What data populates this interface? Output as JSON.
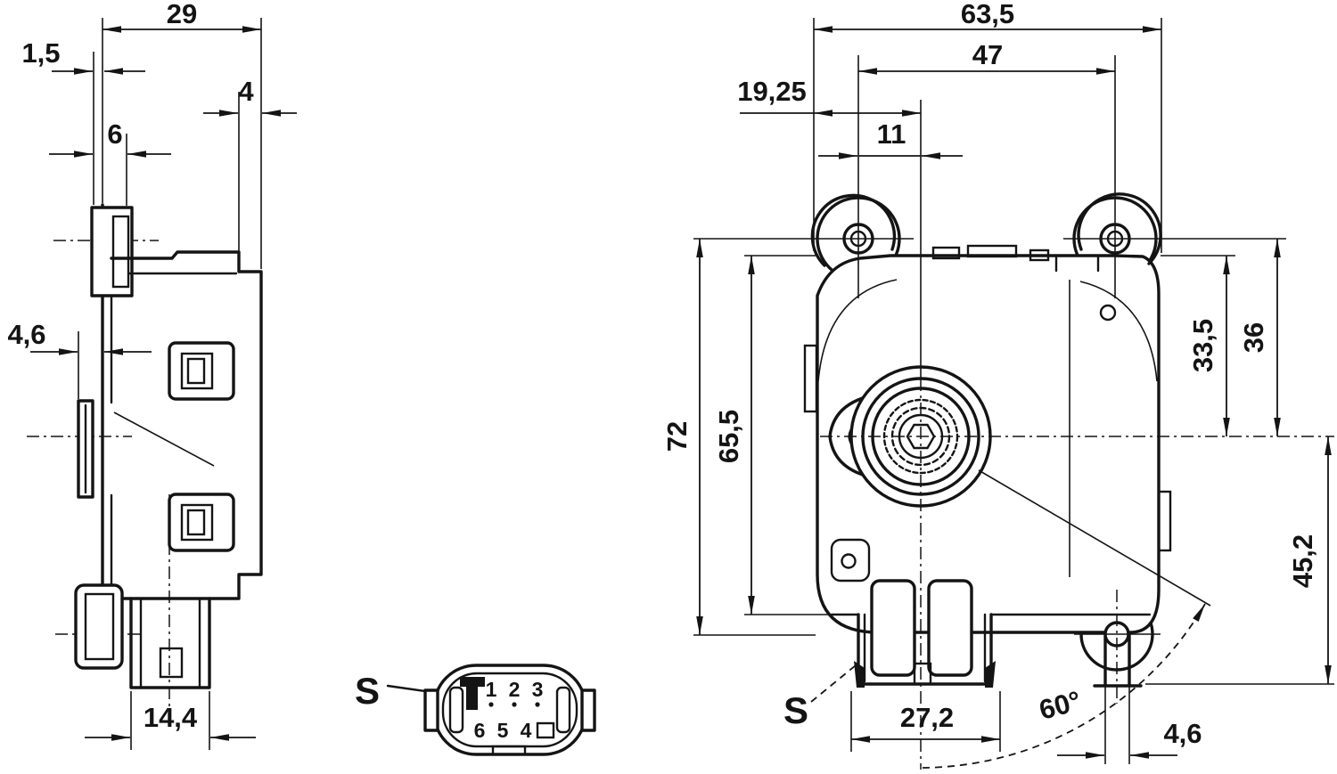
{
  "colors": {
    "ink": "#141414",
    "paper": "#ffffff"
  },
  "side_view": {
    "dims": {
      "depth": "29",
      "flange": "1,5",
      "face": "4",
      "hub": "6",
      "clip": "4,6",
      "connector": "14,4"
    }
  },
  "connector_detail": {
    "label": "S",
    "pins_top": [
      "1",
      "2",
      "3"
    ],
    "pins_bottom": [
      "6",
      "5",
      "4"
    ]
  },
  "front_view": {
    "label": "S",
    "dims": {
      "width": "63,5",
      "hole_pitch": "47",
      "shaft_x": "19,25",
      "shaft_to_hole": "11",
      "height": "72",
      "body_height": "65,5",
      "shaft_y1": "33,5",
      "shaft_y2": "36",
      "shaft_to_base": "45,2",
      "connector": "27,2",
      "slot": "4,6",
      "angle": "60°"
    }
  }
}
